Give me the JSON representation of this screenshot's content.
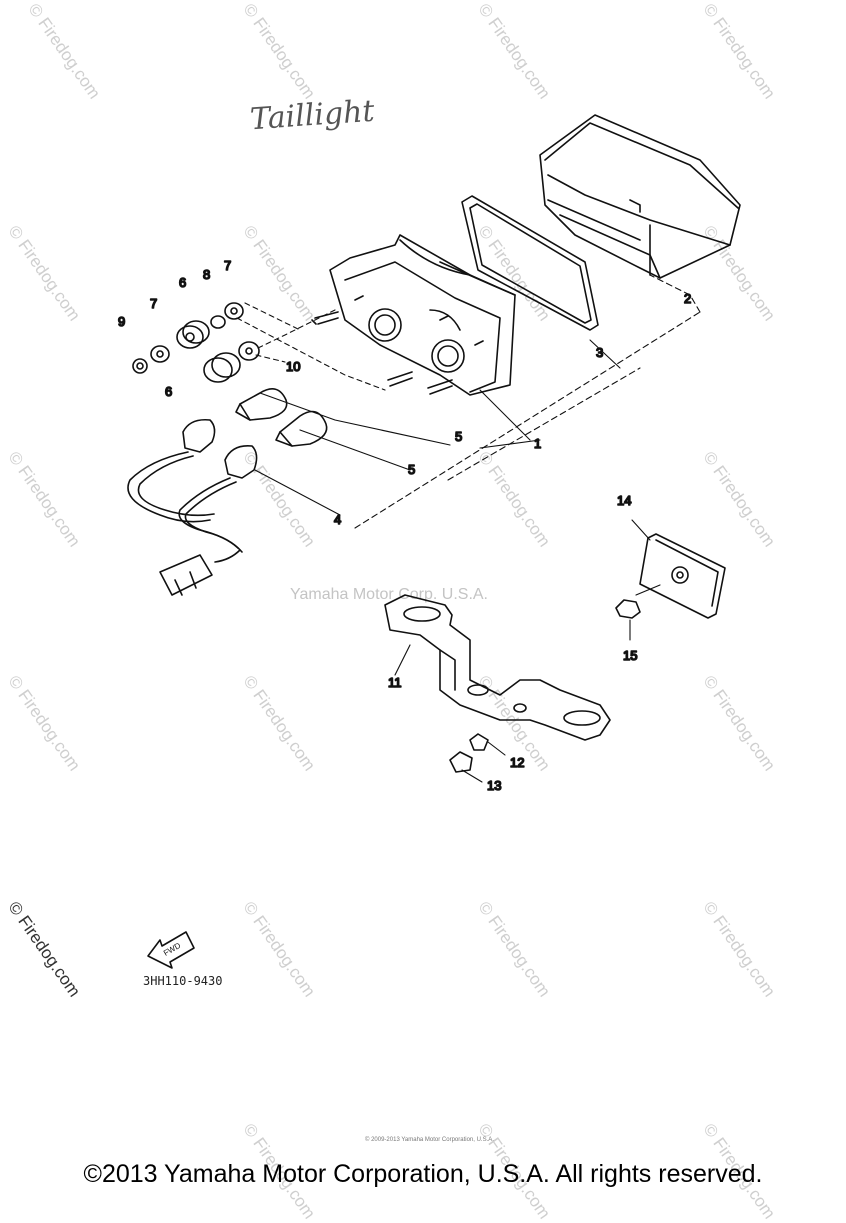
{
  "watermark": {
    "text": "© Firedog.com",
    "center_text": "Yamaha Motor Corp. U.S.A."
  },
  "handwritten_title": "Taillight",
  "diagram_code": "3HH110-9430",
  "fwd_label": "FWD",
  "copyright": "©2013 Yamaha Motor Corporation, U.S.A. All rights reserved.",
  "fine_print": "© 2009-2013 Yamaha Motor Corporation, U.S.A.",
  "callouts": {
    "c1": "1",
    "c2": "2",
    "c3": "3",
    "c4": "4",
    "c5a": "5",
    "c5b": "5",
    "c6a": "6",
    "c6b": "6",
    "c7a": "7",
    "c7b": "7",
    "c8": "8",
    "c9": "9",
    "c10": "10",
    "c11": "11",
    "c12": "12",
    "c13": "13",
    "c14": "14",
    "c15": "15"
  }
}
